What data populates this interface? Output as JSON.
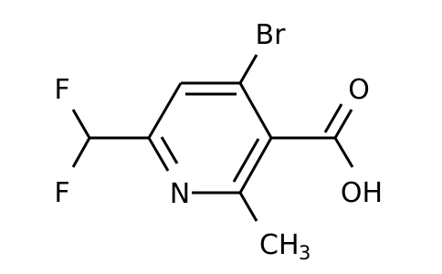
{
  "atoms": {
    "bromine": "Br",
    "oxygen_carbonyl": "O",
    "hydroxyl": "OH",
    "nitrogen": "N",
    "fluorine_top": "F",
    "fluorine_bottom": "F",
    "methyl": "CH",
    "methyl_subscript": "3"
  },
  "colors": {
    "bond": "#000000",
    "text": "#000000",
    "background": "#ffffff"
  }
}
